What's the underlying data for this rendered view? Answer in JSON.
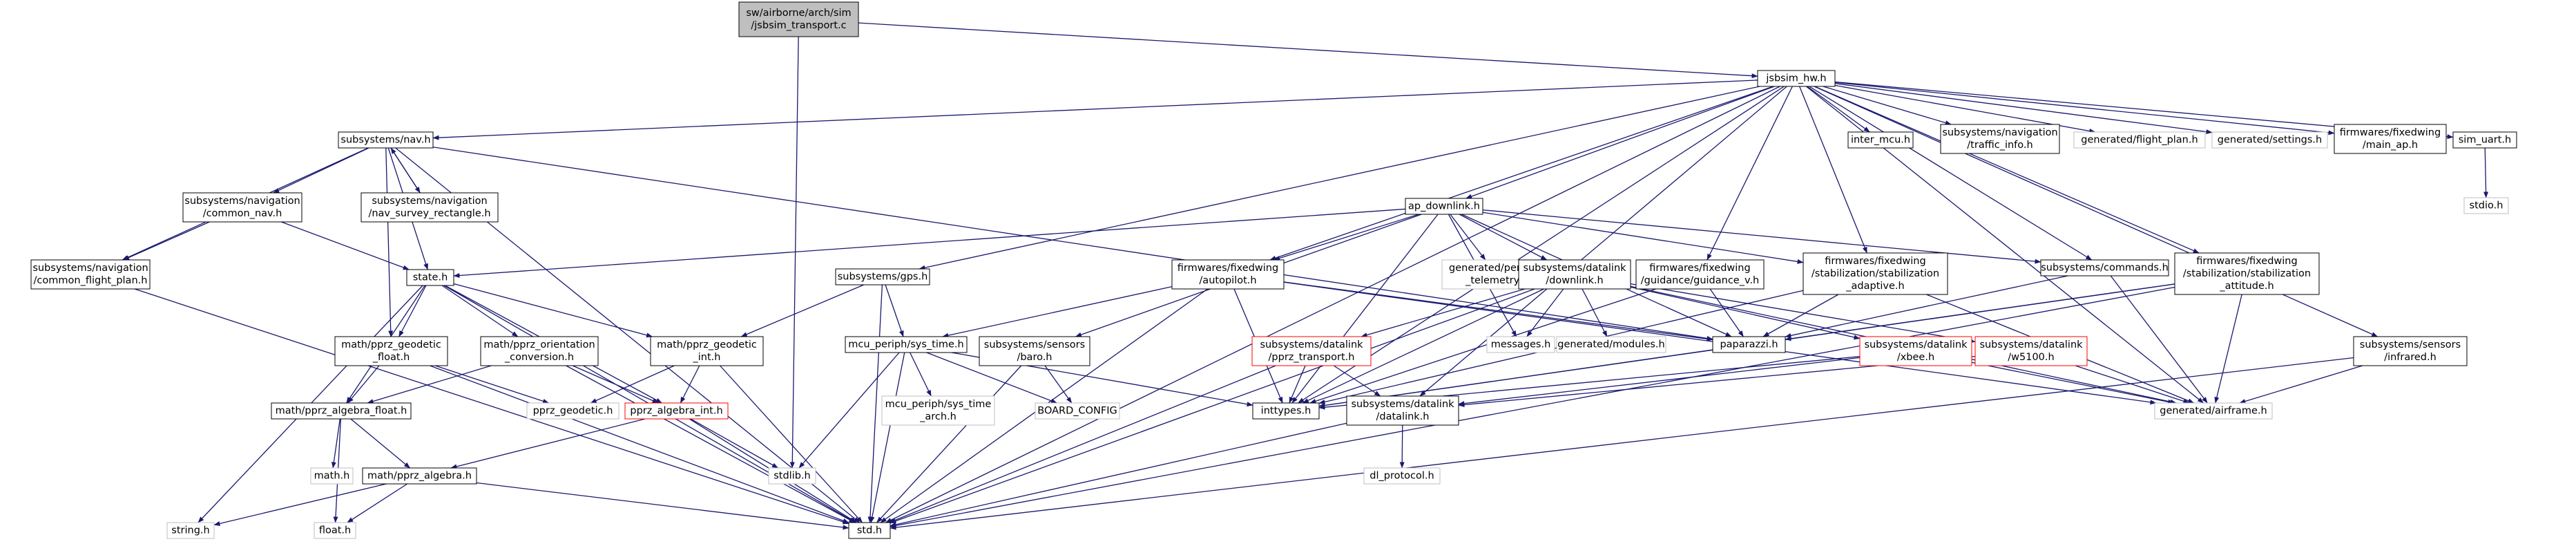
{
  "colors": {
    "edge": "#191970",
    "node_border": "#000000",
    "node_fill": "#ffffff",
    "root_fill": "#bfbfbf",
    "missing_border": "#bfbfbf",
    "missing_text": "#808080",
    "truncated_border": "#ff0000"
  },
  "nodes": [
    {
      "id": "root",
      "lines": [
        "sw/airborne/arch/sim",
        "/jsbsim_transport.c"
      ],
      "kind": "root"
    },
    {
      "id": "jsbsim_hw",
      "lines": [
        "jsbsim_hw.h"
      ],
      "kind": "normal"
    },
    {
      "id": "nav",
      "lines": [
        "subsystems/nav.h"
      ],
      "kind": "normal"
    },
    {
      "id": "cnav",
      "lines": [
        "subsystems/navigation",
        "/common_nav.h"
      ],
      "kind": "normal"
    },
    {
      "id": "navrect",
      "lines": [
        "subsystems/navigation",
        "/nav_survey_rectangle.h"
      ],
      "kind": "normal"
    },
    {
      "id": "cfp",
      "lines": [
        "subsystems/navigation",
        "/common_flight_plan.h"
      ],
      "kind": "normal"
    },
    {
      "id": "state",
      "lines": [
        "state.h"
      ],
      "kind": "normal"
    },
    {
      "id": "gps",
      "lines": [
        "subsystems/gps.h"
      ],
      "kind": "normal"
    },
    {
      "id": "pgf",
      "lines": [
        "math/pprz_geodetic",
        "_float.h"
      ],
      "kind": "normal"
    },
    {
      "id": "poc",
      "lines": [
        "math/pprz_orientation",
        "_conversion.h"
      ],
      "kind": "normal"
    },
    {
      "id": "pgi",
      "lines": [
        "math/pprz_geodetic",
        "_int.h"
      ],
      "kind": "normal"
    },
    {
      "id": "paf",
      "lines": [
        "math/pprz_algebra_float.h"
      ],
      "kind": "normal"
    },
    {
      "id": "pg",
      "lines": [
        "pprz_geodetic.h"
      ],
      "kind": "missing"
    },
    {
      "id": "pai",
      "lines": [
        "pprz_algebra_int.h"
      ],
      "kind": "truncated"
    },
    {
      "id": "mathh",
      "lines": [
        "math.h"
      ],
      "kind": "missing"
    },
    {
      "id": "pa",
      "lines": [
        "math/pprz_algebra.h"
      ],
      "kind": "normal"
    },
    {
      "id": "stdlib",
      "lines": [
        "stdlib.h"
      ],
      "kind": "missing"
    },
    {
      "id": "stringh",
      "lines": [
        "string.h"
      ],
      "kind": "missing"
    },
    {
      "id": "floath",
      "lines": [
        "float.h"
      ],
      "kind": "missing"
    },
    {
      "id": "stdh",
      "lines": [
        "std.h"
      ],
      "kind": "normal"
    },
    {
      "id": "apdl",
      "lines": [
        "ap_downlink.h"
      ],
      "kind": "normal"
    },
    {
      "id": "autopilot",
      "lines": [
        "firmwares/fixedwing",
        "/autopilot.h"
      ],
      "kind": "normal"
    },
    {
      "id": "systime",
      "lines": [
        "mcu_periph/sys_time.h"
      ],
      "kind": "normal"
    },
    {
      "id": "systimearch",
      "lines": [
        "mcu_periph/sys_time",
        "_arch.h"
      ],
      "kind": "missing"
    },
    {
      "id": "boardcfg",
      "lines": [
        "BOARD_CONFIG"
      ],
      "kind": "missing"
    },
    {
      "id": "baro",
      "lines": [
        "subsystems/sensors",
        "/baro.h"
      ],
      "kind": "normal"
    },
    {
      "id": "genpt",
      "lines": [
        "generated/periodic",
        "_telemetry.h"
      ],
      "kind": "missing"
    },
    {
      "id": "messages",
      "lines": [
        "messages.h"
      ],
      "kind": "missing"
    },
    {
      "id": "dlh",
      "lines": [
        "subsystems/datalink",
        "/downlink.h"
      ],
      "kind": "normal"
    },
    {
      "id": "pprztr",
      "lines": [
        "subsystems/datalink",
        "/pprz_transport.h"
      ],
      "kind": "truncated"
    },
    {
      "id": "inttypes",
      "lines": [
        "inttypes.h"
      ],
      "kind": "normal"
    },
    {
      "id": "datalinkh",
      "lines": [
        "subsystems/datalink",
        "/datalink.h"
      ],
      "kind": "normal"
    },
    {
      "id": "dlprot",
      "lines": [
        "dl_protocol.h"
      ],
      "kind": "missing"
    },
    {
      "id": "genmod",
      "lines": [
        "generated/modules.h"
      ],
      "kind": "missing"
    },
    {
      "id": "guidv",
      "lines": [
        "firmwares/fixedwing",
        "/guidance/guidance_v.h"
      ],
      "kind": "normal"
    },
    {
      "id": "stabadapt",
      "lines": [
        "firmwares/fixedwing",
        "/stabilization/stabilization",
        "_adaptive.h"
      ],
      "kind": "normal"
    },
    {
      "id": "paparazzi",
      "lines": [
        "paparazzi.h"
      ],
      "kind": "normal"
    },
    {
      "id": "xbee",
      "lines": [
        "subsystems/datalink",
        "/xbee.h"
      ],
      "kind": "truncated"
    },
    {
      "id": "w5100",
      "lines": [
        "subsystems/datalink",
        "/w5100.h"
      ],
      "kind": "truncated"
    },
    {
      "id": "genairframe",
      "lines": [
        "generated/airframe.h"
      ],
      "kind": "missing"
    },
    {
      "id": "commands",
      "lines": [
        "subsystems/commands.h"
      ],
      "kind": "normal"
    },
    {
      "id": "stabatt",
      "lines": [
        "firmwares/fixedwing",
        "/stabilization/stabilization",
        "_attitude.h"
      ],
      "kind": "normal"
    },
    {
      "id": "intermcu",
      "lines": [
        "inter_mcu.h"
      ],
      "kind": "normal"
    },
    {
      "id": "traffic",
      "lines": [
        "subsystems/navigation",
        "/traffic_info.h"
      ],
      "kind": "normal"
    },
    {
      "id": "genfp",
      "lines": [
        "generated/flight_plan.h"
      ],
      "kind": "missing"
    },
    {
      "id": "gensettings",
      "lines": [
        "generated/settings.h"
      ],
      "kind": "missing"
    },
    {
      "id": "mainap",
      "lines": [
        "firmwares/fixedwing",
        "/main_ap.h"
      ],
      "kind": "normal"
    },
    {
      "id": "simuart",
      "lines": [
        "sim_uart.h"
      ],
      "kind": "normal"
    },
    {
      "id": "stdioh",
      "lines": [
        "stdio.h"
      ],
      "kind": "missing"
    },
    {
      "id": "infrared",
      "lines": [
        "subsystems/sensors",
        "/infrared.h"
      ],
      "kind": "normal"
    }
  ]
}
